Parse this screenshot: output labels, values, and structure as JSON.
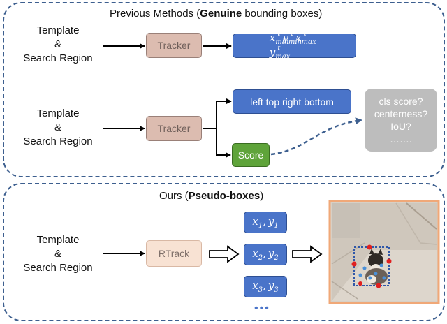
{
  "top": {
    "title_prefix": "Previous Methods (",
    "title_bold": "Genuine",
    "title_suffix": " bounding boxes)",
    "row1": {
      "input_lines": [
        "Template",
        "&",
        "Search Region"
      ],
      "tracker": "Tracker",
      "output": {
        "x": "x",
        "y": "y",
        "t": "t",
        "min": "min",
        "max": "max"
      }
    },
    "row2": {
      "input_lines": [
        "Template",
        "&",
        "Search Region"
      ],
      "tracker": "Tracker",
      "ltrb": "left top right bottom",
      "score": "Score",
      "score_types": [
        "cls score?",
        "centerness?",
        "IoU?",
        "……."
      ]
    }
  },
  "bottom": {
    "title_prefix": "Ours (",
    "title_bold": "Pseudo-boxes",
    "title_suffix": ")",
    "input_lines": [
      "Template",
      "&",
      "Search Region"
    ],
    "rtrack": "RTrack",
    "points": [
      {
        "x": "x",
        "y": "y",
        "i": "1"
      },
      {
        "x": "x",
        "y": "y",
        "i": "2"
      },
      {
        "x": "x",
        "y": "y",
        "i": "3"
      }
    ],
    "ellipsis": "•••"
  },
  "colors": {
    "panel_border": "#3d5f8f",
    "tracker_fill": "#dcbcb0",
    "rtrack_fill": "#f8e2d3",
    "blue_box": "#4a74c9",
    "green_box": "#5fa43a",
    "gray_box": "#bdbdbd",
    "photo_border": "#f0a878"
  }
}
